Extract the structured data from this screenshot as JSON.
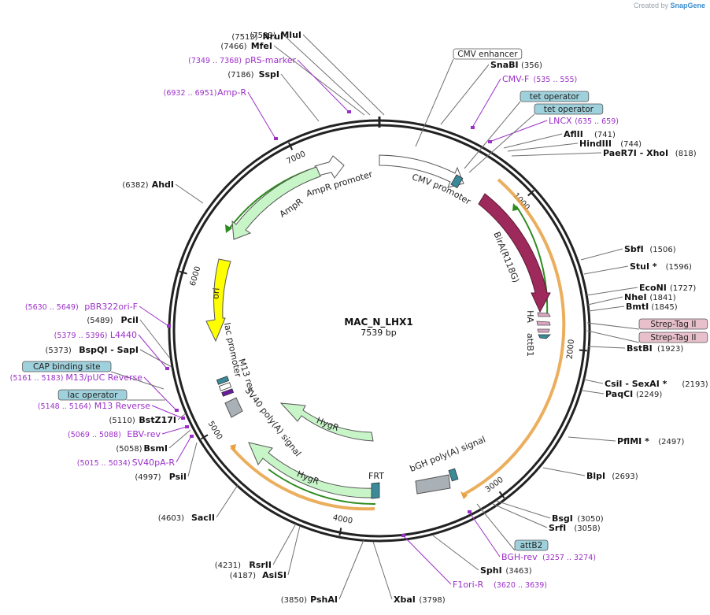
{
  "header": {
    "credit_prefix": "Created by",
    "credit_brand": "SnapGene"
  },
  "plasmid": {
    "name": "MAC_N_LHX1",
    "length_label": "7539 bp",
    "length_bp": 7539
  },
  "ruler_ticks": [
    {
      "bp": 1000,
      "label": "1000"
    },
    {
      "bp": 2000,
      "label": "2000"
    },
    {
      "bp": 3000,
      "label": "3000"
    },
    {
      "bp": 4000,
      "label": "4000"
    },
    {
      "bp": 5000,
      "label": "5000"
    },
    {
      "bp": 6000,
      "label": "6000"
    },
    {
      "bp": 7000,
      "label": "7000"
    }
  ],
  "colors": {
    "backbone": "#222222",
    "enzyme_line": "#707070",
    "primer": "#9b30c8",
    "promoter_fill": "#ffffff",
    "selection_fill": "#c8f5c8",
    "ori_fill": "#ffff00",
    "birA_fill": "#9e2a5c",
    "feature_box_blue": "#9fd1dc",
    "feature_box_pink": "#e8c0cc",
    "orf_outline": "#e8a040",
    "orf_arrow": "#2e8b1e",
    "small_feature": "#3a8a9a"
  },
  "enzymes": [
    {
      "name": "MluI",
      "pos": "(7533)"
    },
    {
      "name": "NruI",
      "pos": "(7513)"
    },
    {
      "name": "MfeI",
      "pos": "(7466)"
    },
    {
      "name": "SspI",
      "pos": "(7186)"
    },
    {
      "name": "SnaBI",
      "pos": "(356)"
    },
    {
      "name": "AflII",
      "pos": "(741)"
    },
    {
      "name": "HindIII",
      "pos": "(744)"
    },
    {
      "name": "PaeR7I - XhoI",
      "pos": "(818)"
    },
    {
      "name": "SbfI",
      "pos": "(1506)"
    },
    {
      "name": "StuI *",
      "pos": "(1596)"
    },
    {
      "name": "EcoNI",
      "pos": "(1727)"
    },
    {
      "name": "NheI",
      "pos": "(1841)"
    },
    {
      "name": "BmtI",
      "pos": "(1845)"
    },
    {
      "name": "BstBI",
      "pos": "(1923)"
    },
    {
      "name": "CsiI - SexAI *",
      "pos": "(2193)"
    },
    {
      "name": "PaqCI",
      "pos": "(2249)"
    },
    {
      "name": "PflMI *",
      "pos": "(2497)"
    },
    {
      "name": "BlpI",
      "pos": "(2693)"
    },
    {
      "name": "BsgI",
      "pos": "(3050)"
    },
    {
      "name": "SrfI",
      "pos": "(3058)"
    },
    {
      "name": "SphI",
      "pos": "(3463)"
    },
    {
      "name": "XbaI",
      "pos": "(3798)"
    },
    {
      "name": "PshAI",
      "pos": "(3850)"
    },
    {
      "name": "AsiSI",
      "pos": "(4187)"
    },
    {
      "name": "RsrII",
      "pos": "(4231)"
    },
    {
      "name": "SacII",
      "pos": "(4603)"
    },
    {
      "name": "PsiI",
      "pos": "(4997)"
    },
    {
      "name": "BsmI",
      "pos": "(5058)"
    },
    {
      "name": "BstZ17I",
      "pos": "(5110)"
    },
    {
      "name": "BspQI - SapI",
      "pos": "(5373)"
    },
    {
      "name": "PciI",
      "pos": "(5489)"
    },
    {
      "name": "AhdI",
      "pos": "(6382)"
    }
  ],
  "primers": [
    {
      "name": "pRS-marker",
      "range": "(7349 .. 7368)"
    },
    {
      "name": "Amp-R",
      "range": "(6932 .. 6951)"
    },
    {
      "name": "CMV-F",
      "range": "(535 .. 555)"
    },
    {
      "name": "LNCX",
      "range": "(635 .. 659)"
    },
    {
      "name": "pBR322ori-F",
      "range": "(5630 .. 5649)"
    },
    {
      "name": "L4440",
      "range": "(5379 .. 5396)"
    },
    {
      "name": "M13/pUC Reverse",
      "range": "(5161 .. 5183)"
    },
    {
      "name": "M13 Reverse",
      "range": "(5148 .. 5164)"
    },
    {
      "name": "EBV-rev",
      "range": "(5069 .. 5088)"
    },
    {
      "name": "SV40pA-R",
      "range": "(5015 .. 5034)"
    },
    {
      "name": "BGH-rev",
      "range": "(3257 .. 3274)"
    },
    {
      "name": "F1ori-R",
      "range": "(3620 .. 3639)"
    }
  ],
  "boxed_features": [
    {
      "name": "CMV enhancer",
      "style": "plain"
    },
    {
      "name": "tet operator",
      "style": "blue"
    },
    {
      "name": "tet operator",
      "style": "blue"
    },
    {
      "name": "Strep-Tag II",
      "style": "pink"
    },
    {
      "name": "Strep-Tag II",
      "style": "pink"
    },
    {
      "name": "CAP binding site",
      "style": "blue"
    },
    {
      "name": "lac operator",
      "style": "blue"
    },
    {
      "name": "attB2",
      "style": "blue"
    }
  ],
  "features": [
    {
      "name": "CMV promoter"
    },
    {
      "name": "BirA(R118G)"
    },
    {
      "name": "HA"
    },
    {
      "name": "attB1"
    },
    {
      "name": "bGH poly(A) signal"
    },
    {
      "name": "FRT"
    },
    {
      "name": "HygR"
    },
    {
      "name": "HygR"
    },
    {
      "name": "SV40 poly(A) signal"
    },
    {
      "name": "M13 rev"
    },
    {
      "name": "lac promoter"
    },
    {
      "name": "ori"
    },
    {
      "name": "AmpR"
    },
    {
      "name": "AmpR promoter"
    }
  ]
}
